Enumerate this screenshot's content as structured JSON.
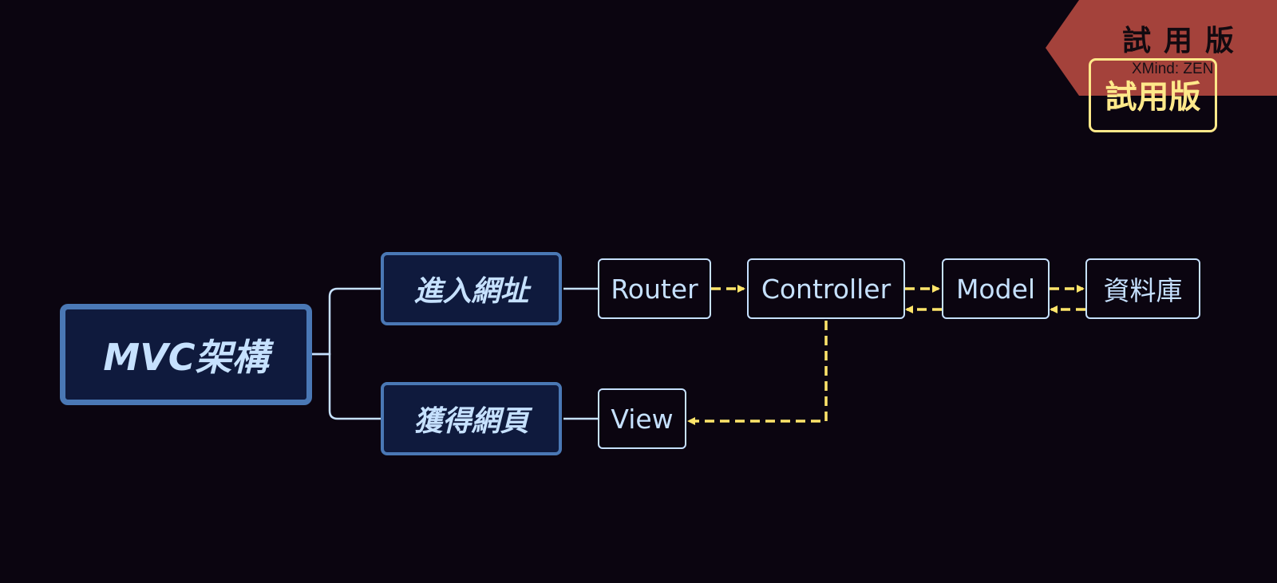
{
  "mindmap": {
    "root": {
      "label": "MVC架構"
    },
    "branches": [
      {
        "label": "進入網址"
      },
      {
        "label": "獲得網頁"
      }
    ],
    "nodes": {
      "router": "Router",
      "controller": "Controller",
      "model": "Model",
      "database": "資料庫",
      "view": "View"
    }
  },
  "watermark": {
    "banner_text": "試用版",
    "stamp_text": "試用版",
    "brand": "XMind: ZEN"
  },
  "colors": {
    "background": "#0b0510",
    "root_fill": "#0f1a3d",
    "branch_border": "#4a78b5",
    "node_text": "#c6e1ff",
    "connector": "#c6e1ff",
    "relationship_arrow": "#ffe56a",
    "watermark_banner": "#a4423b",
    "watermark_stamp": "#ffe98a"
  }
}
